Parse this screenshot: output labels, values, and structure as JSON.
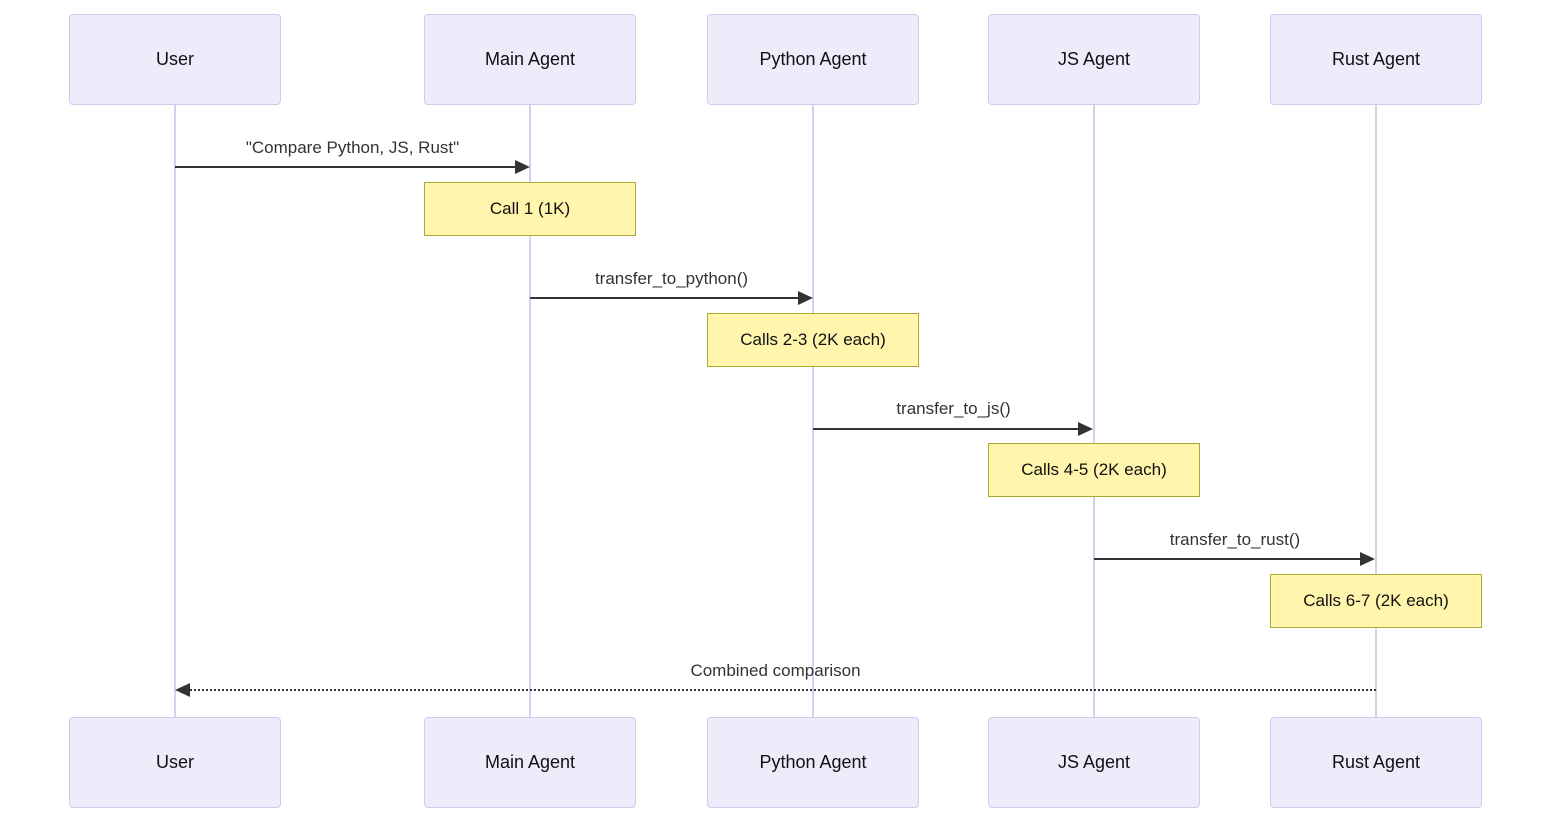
{
  "diagram": {
    "type": "sequence-diagram",
    "actors": [
      {
        "id": "user",
        "label": "User"
      },
      {
        "id": "main-agent",
        "label": "Main Agent"
      },
      {
        "id": "python-agent",
        "label": "Python Agent"
      },
      {
        "id": "js-agent",
        "label": "JS Agent"
      },
      {
        "id": "rust-agent",
        "label": "Rust Agent"
      }
    ],
    "messages": [
      {
        "from": "user",
        "to": "main-agent",
        "label": "\"Compare Python, JS, Rust\"",
        "style": "solid"
      },
      {
        "from": "main-agent",
        "to": "python-agent",
        "label": "transfer_to_python()",
        "style": "solid"
      },
      {
        "from": "python-agent",
        "to": "js-agent",
        "label": "transfer_to_js()",
        "style": "solid"
      },
      {
        "from": "js-agent",
        "to": "rust-agent",
        "label": "transfer_to_rust()",
        "style": "solid"
      },
      {
        "from": "rust-agent",
        "to": "user",
        "label": "Combined comparison",
        "style": "dotted"
      }
    ],
    "notes": [
      {
        "over": "main-agent",
        "label": "Call 1 (1K)"
      },
      {
        "over": "python-agent",
        "label": "Calls 2-3 (2K each)"
      },
      {
        "over": "js-agent",
        "label": "Calls 4-5 (2K each)"
      },
      {
        "over": "rust-agent",
        "label": "Calls 6-7 (2K each)"
      }
    ],
    "colors": {
      "actor_fill": "#ECECFB",
      "actor_border": "#cfcbee",
      "note_fill": "#fff5ad",
      "note_border": "#aaaa33",
      "line": "#333333",
      "lifeline": "#d5d0ee"
    }
  }
}
